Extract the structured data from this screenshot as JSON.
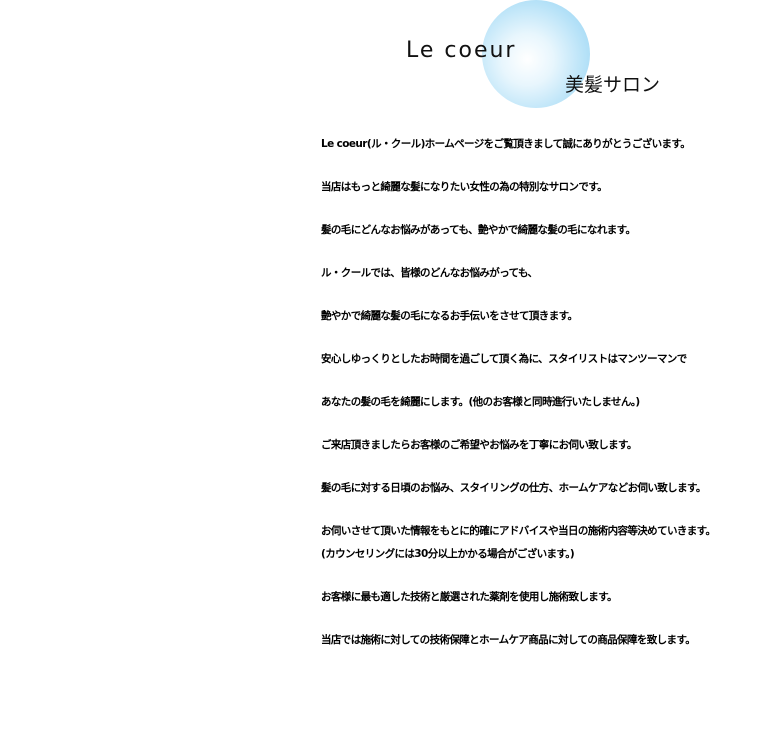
{
  "header": {
    "title": "Le coeur",
    "subtitle": "美髪サロン"
  },
  "paragraphs": [
    "Le coeur(ル・クール)ホームページをご覧頂きまして誠にありがとうございます。",
    "当店はもっと綺麗な髪になりたい女性の為の特別なサロンです。",
    "髪の毛にどんなお悩みがあっても、艶やかで綺麗な髪の毛になれます。",
    "ル・クールでは、皆様のどんなお悩みがっても、",
    "艶やかで綺麗な髪の毛になるお手伝いをさせて頂きます。",
    "安心しゆっくりとしたお時間を過ごして頂く為に、スタイリストはマンツーマンで",
    "あなたの髪の毛を綺麗にします。(他のお客様と同時進行いたしません。)",
    "ご来店頂きましたらお客様のご希望やお悩みを丁寧にお伺い致します。",
    "髪の毛に対する日頃のお悩み、スタイリングの仕方、ホームケアなどお伺い致します。",
    "お伺いさせて頂いた情報をもとに的確にアドバイスや当日の施術内容等決めていきます。",
    "(カウンセリングには30分以上かかる場合がございます。)",
    "お客様に最も適した技術と厳選された薬剤を使用し施術致します。",
    "当店では施術に対しての技術保障とホームケア商品に対しての商品保障を致します。"
  ]
}
